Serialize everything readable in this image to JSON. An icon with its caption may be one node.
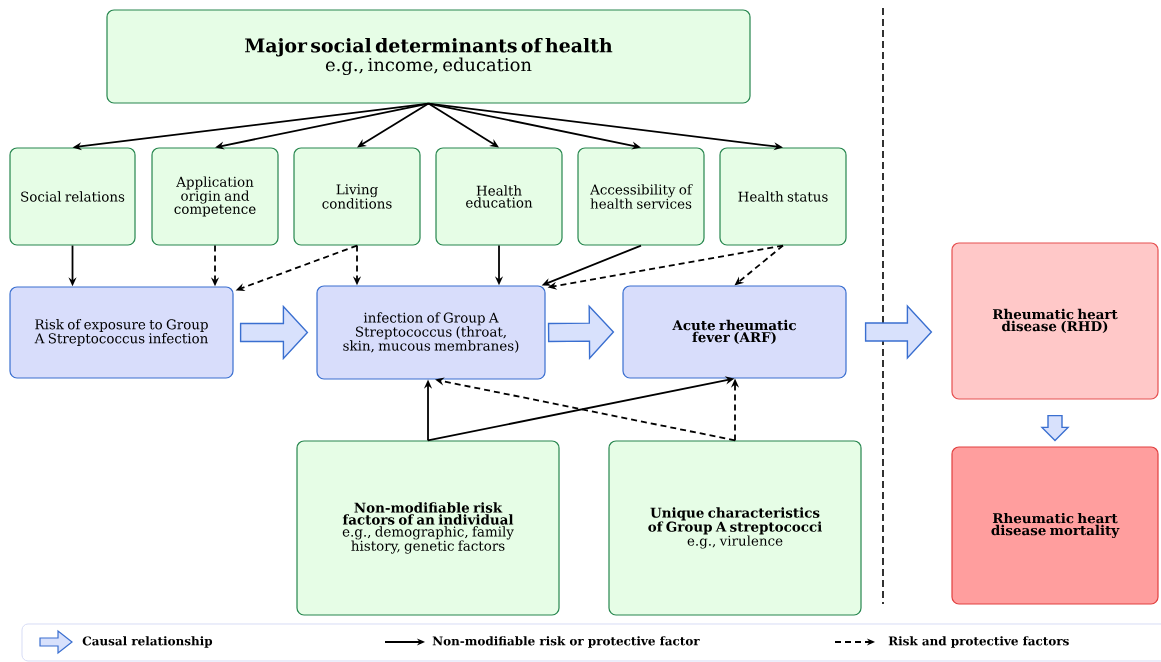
{
  "diagram": {
    "nodes": [
      {
        "text": [
          "Major social determinants of health",
          "e.g., income, education"
        ]
      },
      {
        "text": [
          "Social relations"
        ]
      },
      {
        "text": [
          "Application origin and competence"
        ]
      },
      {
        "text": [
          "Living conditions"
        ]
      },
      {
        "text": [
          "Health education"
        ]
      },
      {
        "text": [
          "Accessibility of health services"
        ]
      },
      {
        "text": [
          "Health status"
        ]
      },
      {
        "text": [
          "Risk of exposure to Group A Streptococcus infection"
        ]
      },
      {
        "text": [
          "infection of Group A Streptococcus (throat, skin, mucous membranes)"
        ]
      },
      {
        "text": [
          "Acute rheumatic fever (ARF)"
        ]
      },
      {
        "text": [
          "Rheumatic heart disease (RHD)"
        ]
      },
      {
        "text": [
          "Rheumatic heart disease mortality"
        ]
      },
      {
        "text": [
          "Non-modifiable risk factors of an individual",
          "e.g., demographic, family history, genetic factors"
        ]
      },
      {
        "text": [
          "Unique characteristics of Group A streptococci",
          "e.g., virulence"
        ]
      }
    ],
    "edges": [
      {
        "from": 0,
        "to": 1,
        "arrow": "to"
      },
      {
        "from": 0,
        "to": 2,
        "arrow": "to"
      },
      {
        "from": 0,
        "to": 3,
        "arrow": "to"
      },
      {
        "from": 0,
        "to": 4,
        "arrow": "to"
      },
      {
        "from": 0,
        "to": 5,
        "arrow": "to"
      },
      {
        "from": 0,
        "to": 6,
        "arrow": "to"
      },
      {
        "from": 1,
        "to": 7,
        "arrow": "to"
      },
      {
        "from": 2,
        "to": 7,
        "arrow": "to",
        "style": "dashed"
      },
      {
        "from": 3,
        "to": 7,
        "arrow": "to",
        "style": "dashed"
      },
      {
        "from": 3,
        "to": 8,
        "arrow": "to",
        "style": "dashed"
      },
      {
        "from": 4,
        "to": 8,
        "arrow": "to"
      },
      {
        "from": 5,
        "to": 8,
        "arrow": "to"
      },
      {
        "from": 6,
        "to": 8,
        "arrow": "to",
        "style": "dashed"
      },
      {
        "from": 6,
        "to": 9,
        "arrow": "to",
        "style": "dashed"
      },
      {
        "from": 12,
        "to": 8,
        "arrow": "to"
      },
      {
        "from": 12,
        "to": 9,
        "arrow": "to"
      },
      {
        "from": 13,
        "to": 8,
        "arrow": "to",
        "style": "dashed"
      },
      {
        "from": 13,
        "to": 9,
        "arrow": "to",
        "style": "dashed"
      },
      {
        "from": 7,
        "to": 8,
        "arrow": "to",
        "style": "thick",
        "color": "#3a6fd0"
      },
      {
        "from": 8,
        "to": 9,
        "arrow": "to",
        "style": "thick",
        "color": "#3a6fd0"
      },
      {
        "from": 9,
        "to": 10,
        "arrow": "to",
        "style": "thick",
        "color": "#3a6fd0"
      },
      {
        "from": 10,
        "to": 11,
        "arrow": "to",
        "style": "thick",
        "color": "#3a6fd0"
      }
    ],
    "legend": [
      {
        "text": "Causal relationship"
      },
      {
        "text": "Non-modifiable risk or protective factor"
      },
      {
        "text": "Risk and protective factors"
      }
    ]
  }
}
